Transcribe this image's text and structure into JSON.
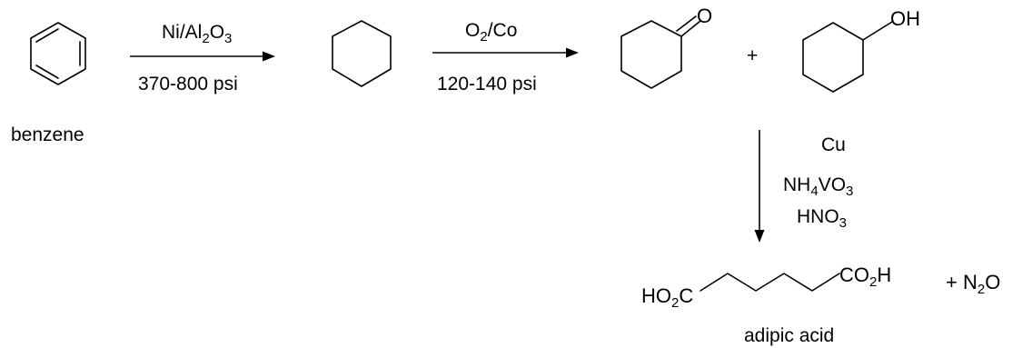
{
  "step1": {
    "reagent_main": "Ni/Al",
    "reagent_sub1": "2",
    "reagent_mid": "O",
    "reagent_sub2": "3",
    "condition": "370-800 psi"
  },
  "step2": {
    "reagent_main": "O",
    "reagent_sub": "2",
    "reagent_tail": "/Co",
    "condition": "120-140 psi"
  },
  "step3": {
    "reagent_1": "Cu",
    "reagent_2_a": "NH",
    "reagent_2_sub1": "4",
    "reagent_2_b": "VO",
    "reagent_2_sub2": "3",
    "reagent_3_a": "HNO",
    "reagent_3_sub": "3"
  },
  "molecules": {
    "benzene_label": "benzene",
    "ketone_oxygen": "O",
    "alcohol_group": "OH",
    "plus_1": "+",
    "adipic_left_a": "HO",
    "adipic_left_sub": "2",
    "adipic_left_b": "C",
    "adipic_right_a": "CO",
    "adipic_right_sub": "2",
    "adipic_right_b": "H",
    "plus_2": "+ N",
    "n2o_sub": "2",
    "n2o_tail": "O",
    "adipic_label": "adipic acid"
  }
}
